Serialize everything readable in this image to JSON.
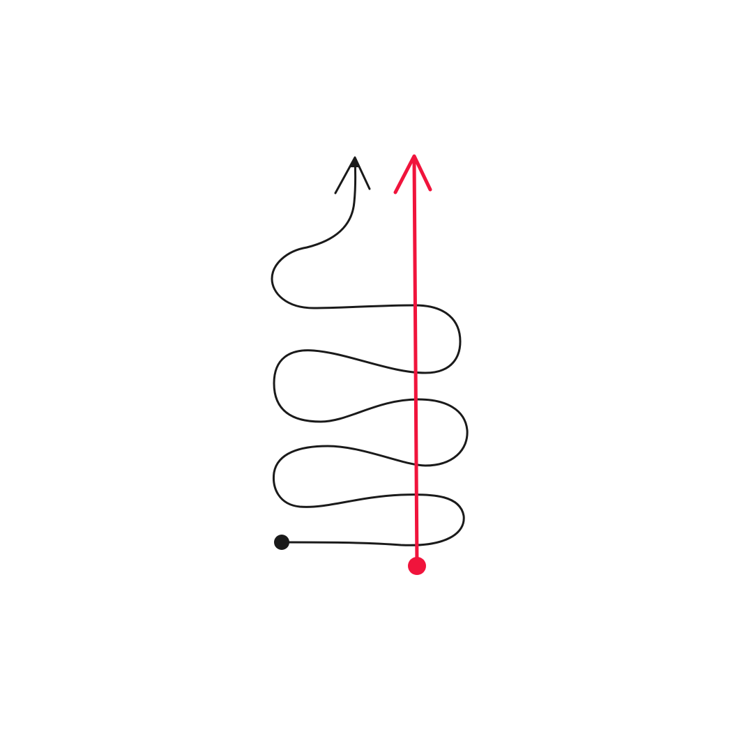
{
  "diagram": {
    "paths": [
      {
        "name": "winding-path",
        "color": "#1a1a1a",
        "shape": "serpentine",
        "start_marker": "dot",
        "end_marker": "open-arrowhead"
      },
      {
        "name": "direct-path",
        "color": "#f0143c",
        "shape": "straight",
        "start_marker": "dot",
        "end_marker": "open-arrowhead"
      }
    ]
  }
}
